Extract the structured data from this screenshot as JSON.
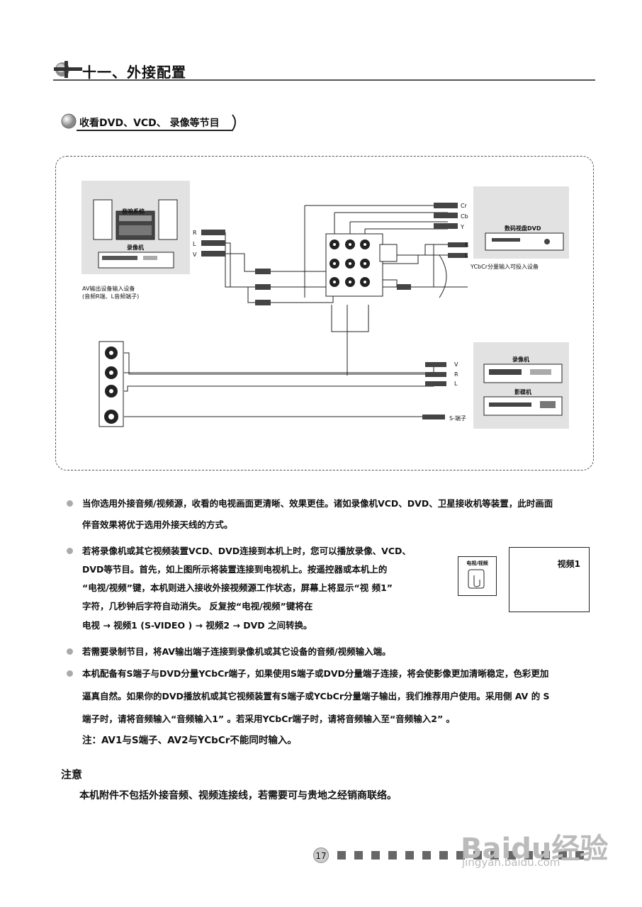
{
  "chapter": {
    "prefix": "十一、",
    "title": "外接配置"
  },
  "section": {
    "title": "收看DVD、VCD、 录像等节目"
  },
  "diagram": {
    "audio_system_label": "音响系统",
    "vcr_label_top": "录像机",
    "av_device_caption_1": "AV输出设备输入设备",
    "av_device_caption_2": "(音频R端、L音频端子)",
    "jack_r": "R",
    "jack_l": "L",
    "jack_v": "V",
    "cr": "Cr",
    "cb": "Cb",
    "y": "Y",
    "dvd_label": "数码视盘DVD",
    "ycbcr_caption": "YCbCr分量输入可投入设备",
    "vcr_label_right": "录像机",
    "dvd_player_label": "影碟机",
    "s_video_label": "S-端子"
  },
  "paragraphs": {
    "p1_line1": "当你选用外接音频/视频源，收看的电视画面更清晰、效果更佳。诸如录像机VCD、DVD、卫星接收机等装置，此时画面",
    "p1_line2": "伴音效果将优于选用外接天线的方式。",
    "p2_line1": "若将录像机或其它视频装置VCD、DVD连接到本机上时，您可以播放录像、VCD、",
    "p2_line2": "DVD等节目。首先，如上图所示将装置连接到电视机上。按遥控器或本机上的",
    "p2_line3": "“电视/视频”键，本机则进入接收外接视频源工作状态，屏幕上将显示“视 频1”",
    "p2_line4": "字符，几秒钟后字符自动消失。 反复按“电视/视频”键将在",
    "p2_line5": "电视 → 视频1 (S-VIDEO ) → 视频2 → DVD 之间转换。",
    "remote_key_label": "电视/视频",
    "screen_label": "视频1",
    "p3": "若需要录制节目，将AV输出端子连接到录像机或其它设备的音频/视频输入端。",
    "p4_line1": "本机配备有S端子与DVD分量YCbCr端子，如果使用S端子或DVD分量端子连接，将会使影像更加清晰稳定，色彩更加",
    "p4_line2": "逼真自然。如果你的DVD播放机或其它视频装置有S端子或YCbCr分量端子输出，我们推荐用户使用。采用侧 AV 的 S",
    "p4_line3": "端子时，请将音频输入“音频输入1” 。若采用YCbCr端子时，请将音频输入至“音频输入2” 。",
    "p4_note": "注：AV1与S端子、AV2与YCbCr不能同时输入。"
  },
  "note": {
    "heading": "注意",
    "body": "本机附件不包括外接音频、视频连接线，若需要可与贵地之经销商联络。"
  },
  "footer": {
    "page_number": "17",
    "watermark": "Baidu经验",
    "watermark_url": "jingyan.baidu.com"
  }
}
